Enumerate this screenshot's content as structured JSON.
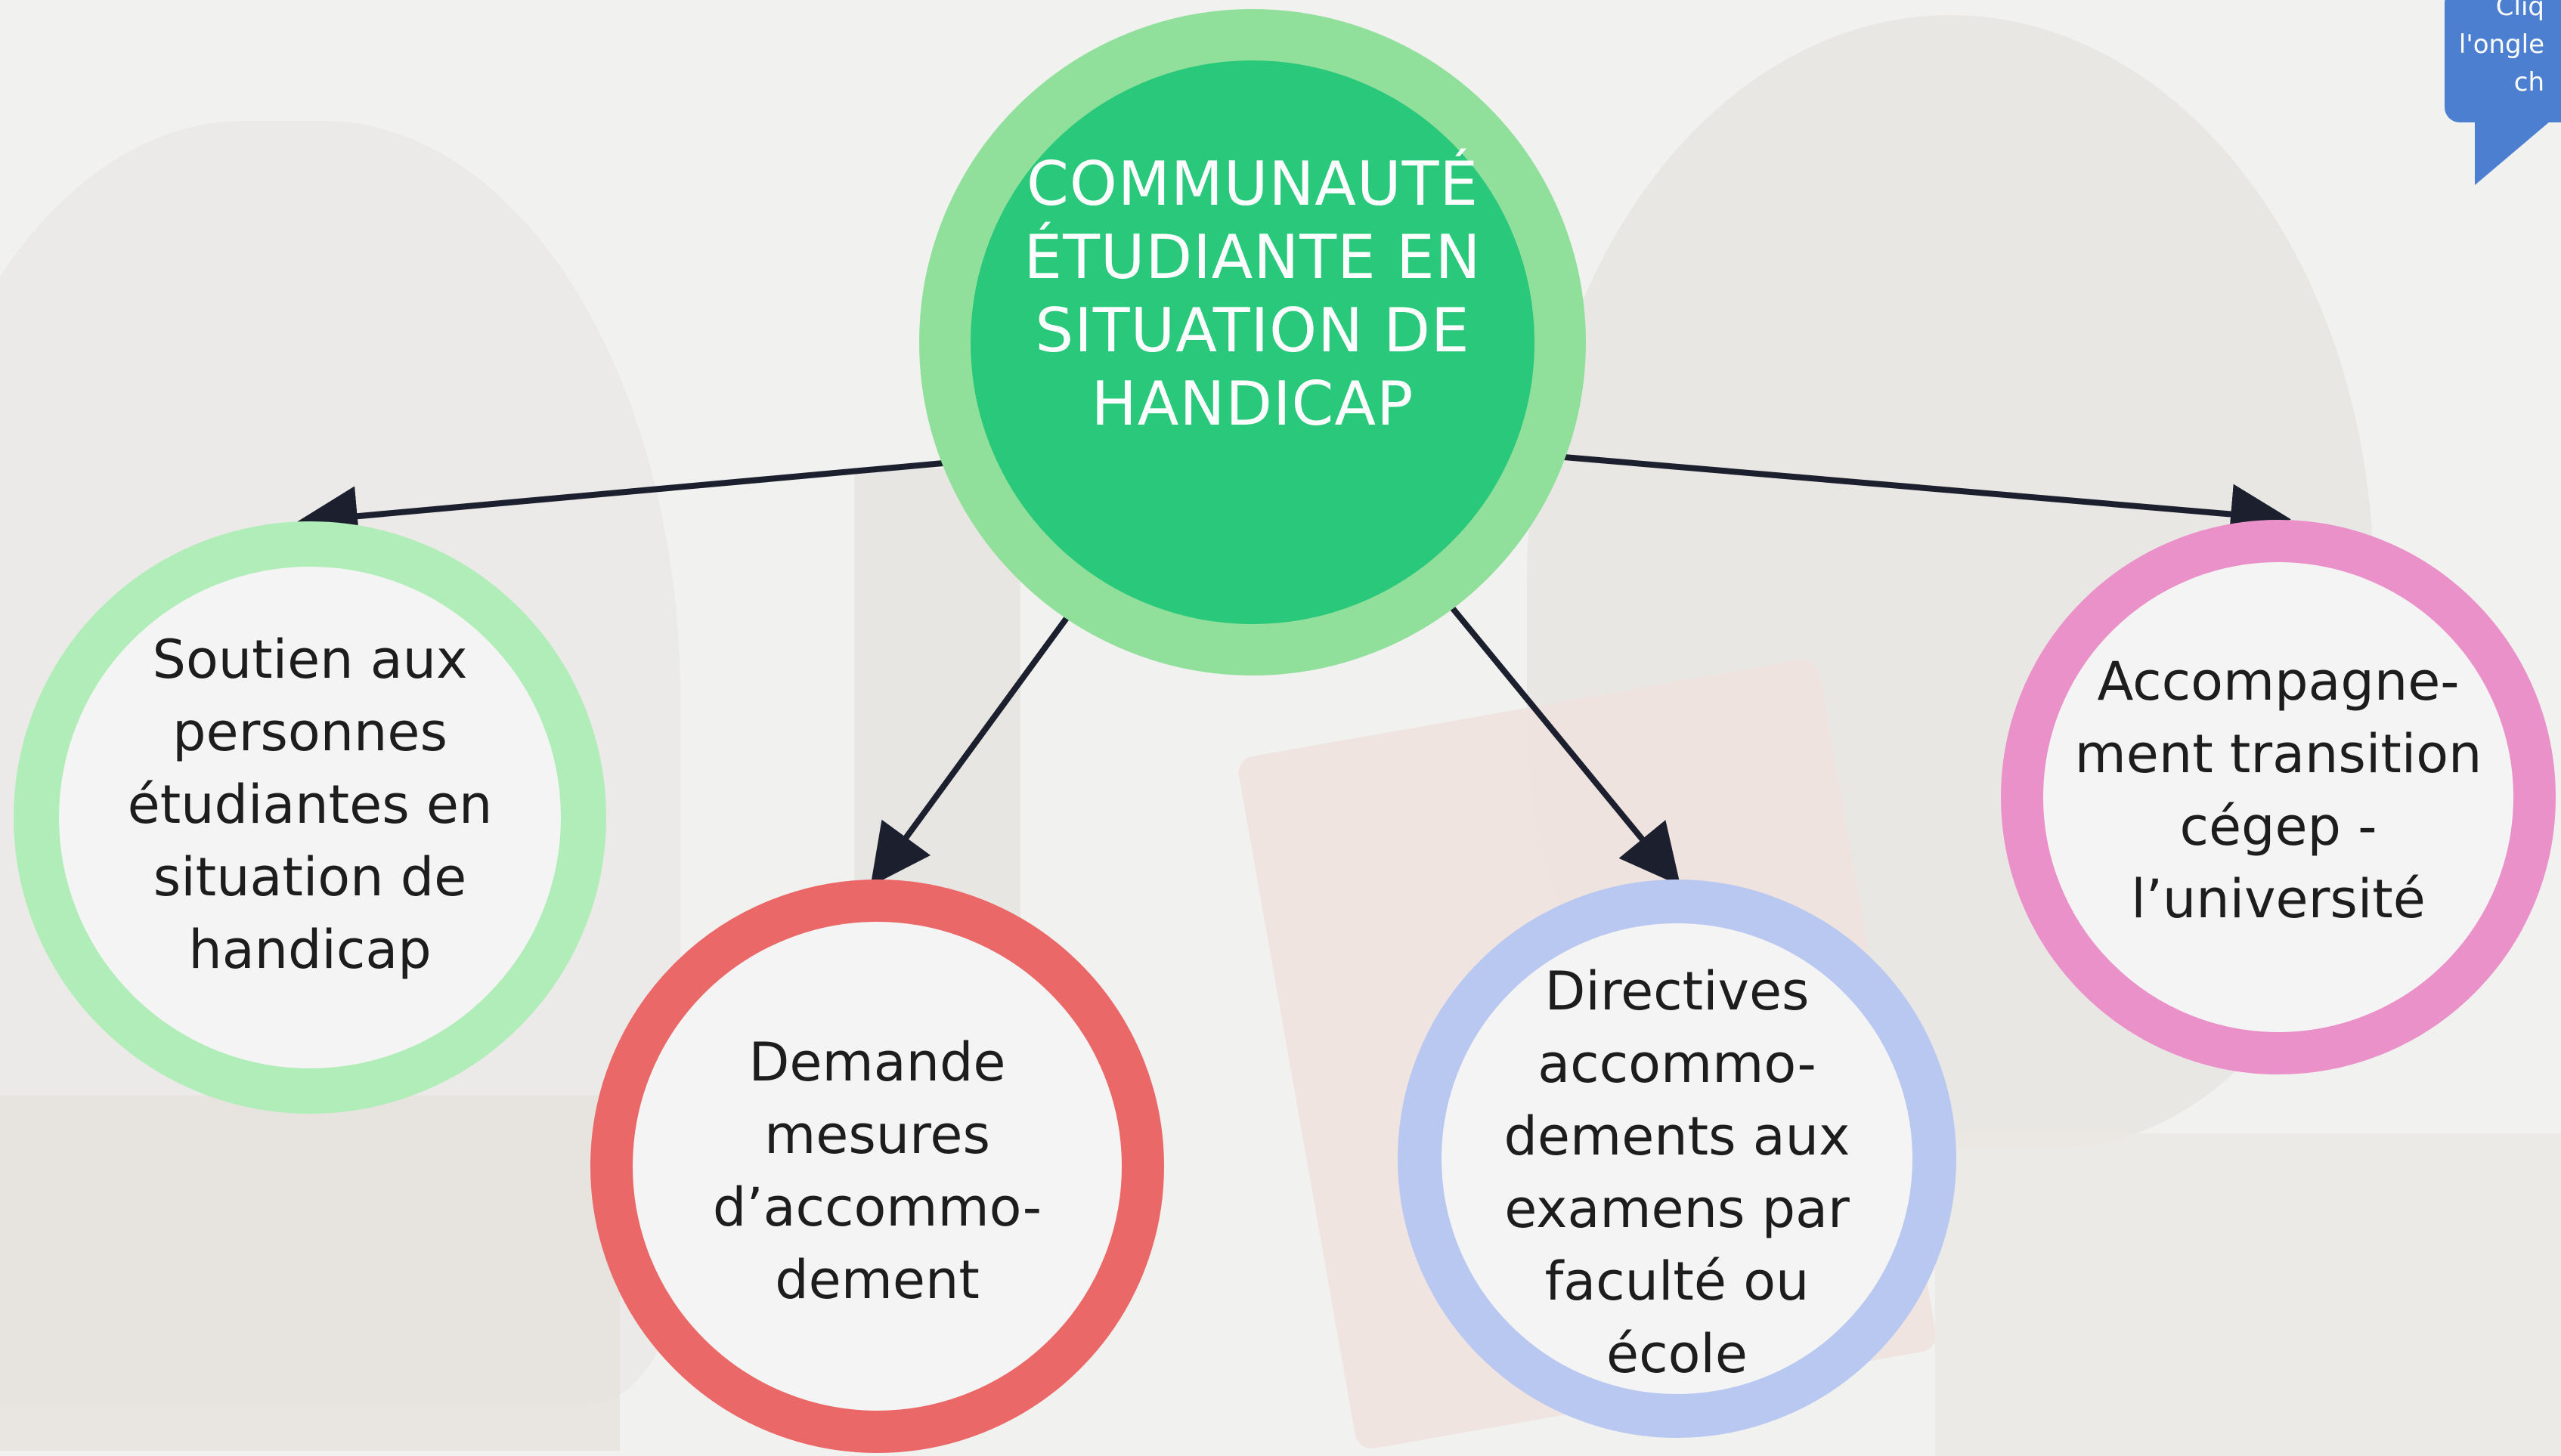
{
  "diagram": {
    "center": {
      "label": "COMMUNAUTÉ\nÉTUDIANTE EN\nSITUATION DE\nHANDICAP",
      "fill_color": "#29c87a",
      "ring_color": "#90e09b"
    },
    "nodes": [
      {
        "id": "soutien",
        "label": "Soutien aux\npersonnes\nétudiantes en\nsituation de\nhandicap",
        "ring_color": "#b0edb8"
      },
      {
        "id": "demande",
        "label": "Demande\nmesures\nd’accommo-\ndement",
        "ring_color": "#eb6868"
      },
      {
        "id": "directives",
        "label": "Directives\naccommo-\ndements aux\nexamens par\nfaculté ou\nécole",
        "ring_color": "#b9c8f1"
      },
      {
        "id": "accompagnement",
        "label": "Accompagne-\nment transition\ncégep -\nl’université",
        "ring_color": "#ea91c9"
      }
    ],
    "connector_color": "#1c1f2d"
  },
  "tooltip": {
    "text": "Cliq\nl'ongle\nch",
    "color": "#4d7fd0"
  }
}
